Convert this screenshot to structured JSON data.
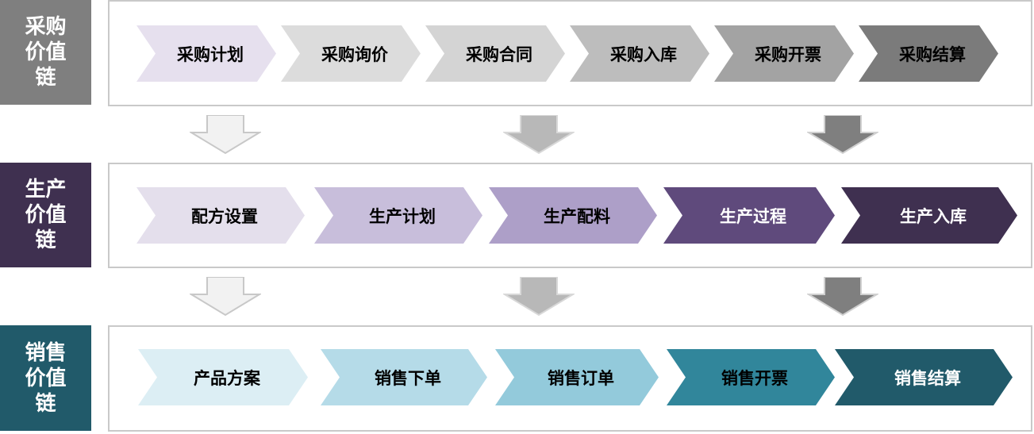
{
  "rows": [
    {
      "label_lines": [
        "采购",
        "价值",
        "链"
      ],
      "label_color": "#7f7f7f",
      "steps": [
        {
          "text": "采购计划",
          "bg": "#e6e0ee",
          "fg": "#000000"
        },
        {
          "text": "采购询价",
          "bg": "#dcdcdc",
          "fg": "#000000"
        },
        {
          "text": "采购合同",
          "bg": "#d4d4d4",
          "fg": "#000000"
        },
        {
          "text": "采购入库",
          "bg": "#bdbdbd",
          "fg": "#000000"
        },
        {
          "text": "采购开票",
          "bg": "#a3a3a3",
          "fg": "#000000"
        },
        {
          "text": "采购结算",
          "bg": "#7b7b7b",
          "fg": "#000000"
        }
      ]
    },
    {
      "label_lines": [
        "生产",
        "价值",
        "链"
      ],
      "label_color": "#3f3050",
      "steps": [
        {
          "text": "配方设置",
          "bg": "#e4dfec",
          "fg": "#000000"
        },
        {
          "text": "生产计划",
          "bg": "#c8bedb",
          "fg": "#000000"
        },
        {
          "text": "生产配料",
          "bg": "#ad9fc8",
          "fg": "#000000"
        },
        {
          "text": "生产过程",
          "bg": "#5f4a7c",
          "fg": "#ffffff"
        },
        {
          "text": "生产入库",
          "bg": "#3f3050",
          "fg": "#ffffff"
        }
      ]
    },
    {
      "label_lines": [
        "销售",
        "价值",
        "链"
      ],
      "label_color": "#215a6a",
      "steps": [
        {
          "text": "产品方案",
          "bg": "#dceef4",
          "fg": "#000000"
        },
        {
          "text": "销售下单",
          "bg": "#b5dbe8",
          "fg": "#000000"
        },
        {
          "text": "销售订单",
          "bg": "#93cadb",
          "fg": "#000000"
        },
        {
          "text": "销售开票",
          "bg": "#31869b",
          "fg": "#000000"
        },
        {
          "text": "销售结算",
          "bg": "#215a6a",
          "fg": "#ffffff"
        }
      ]
    }
  ],
  "arrow_colors": [
    "#eeeeee",
    "#b8b8b8",
    "#7f7f7f"
  ]
}
